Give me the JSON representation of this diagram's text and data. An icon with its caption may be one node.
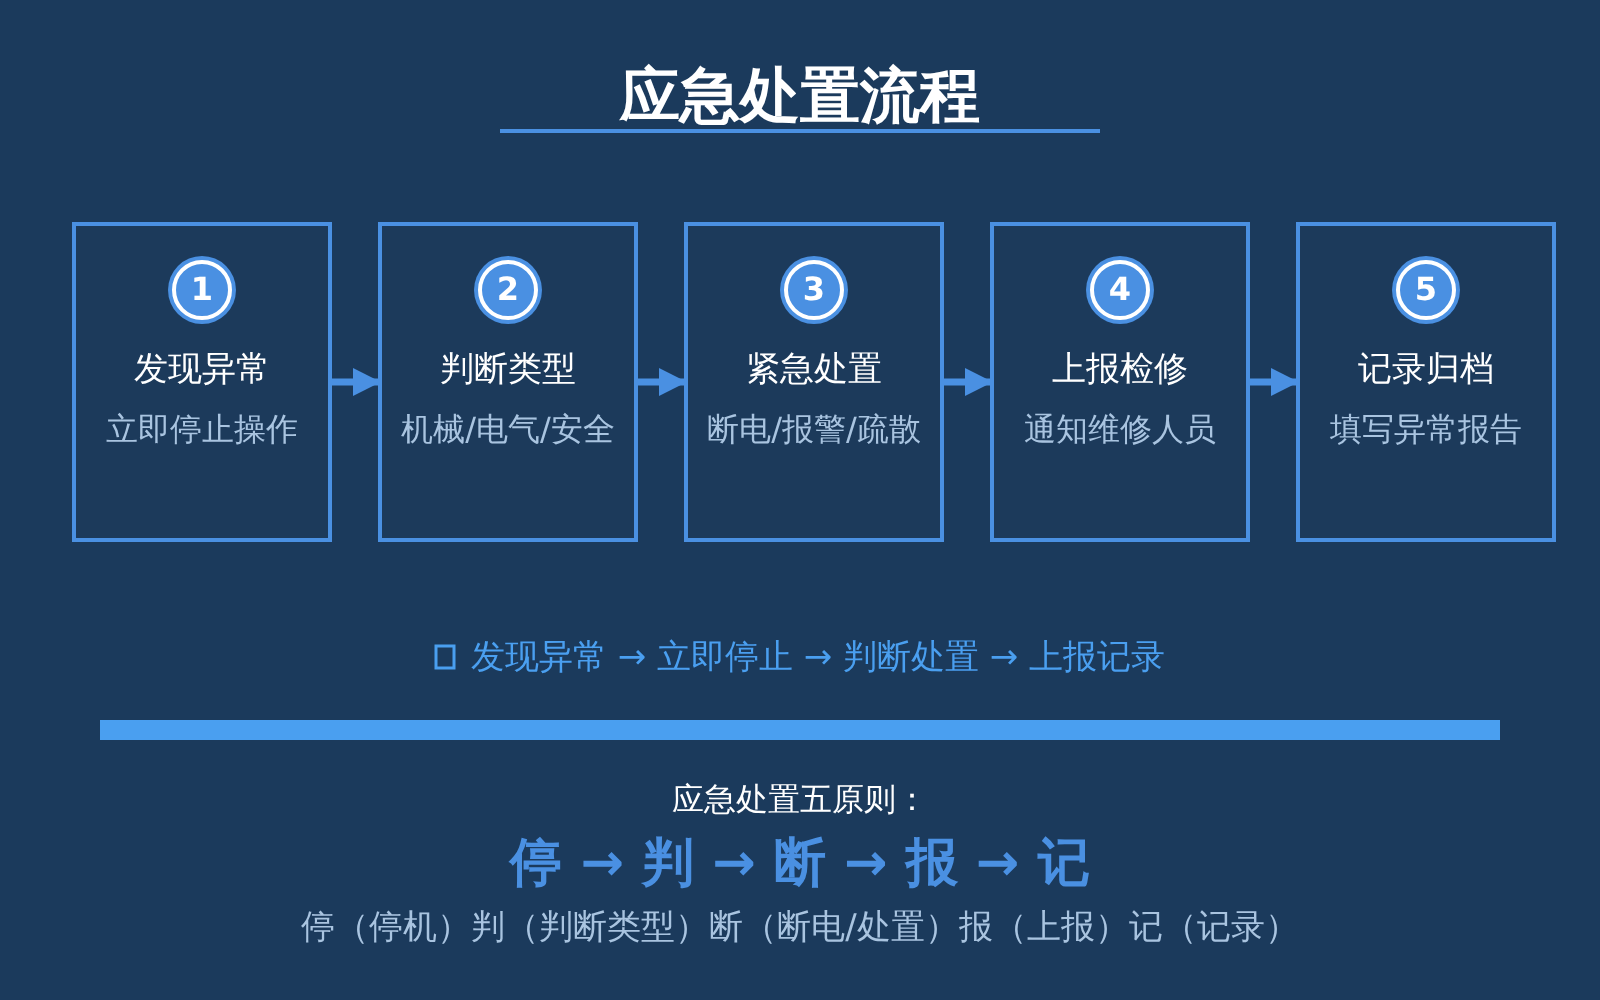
{
  "diagram": {
    "title": "应急处置流程",
    "nodes": [
      {
        "text": [
          "1",
          "发现异常",
          "立即停止操作"
        ]
      },
      {
        "text": [
          "2",
          "判断类型",
          "机械/电气/安全"
        ]
      },
      {
        "text": [
          "3",
          "紧急处置",
          "断电/报警/疏散"
        ]
      },
      {
        "text": [
          "4",
          "上报检修",
          "通知维修人员"
        ]
      },
      {
        "text": [
          "5",
          "记录归档",
          "填写异常报告"
        ]
      }
    ],
    "edges": [
      {
        "from": 0,
        "to": 1,
        "arrow": "to"
      },
      {
        "from": 1,
        "to": 2,
        "arrow": "to"
      },
      {
        "from": 2,
        "to": 3,
        "arrow": "to"
      },
      {
        "from": 3,
        "to": 4,
        "arrow": "to"
      }
    ],
    "labels": [
      "发现异常 → 立即停止 → 判断处置 → 上报记录",
      "应急处置五原则：",
      "停 → 判 → 断 → 报 → 记",
      "停（停机）判（判断类型）断（断电/处置）报（上报）记（记录）"
    ]
  }
}
